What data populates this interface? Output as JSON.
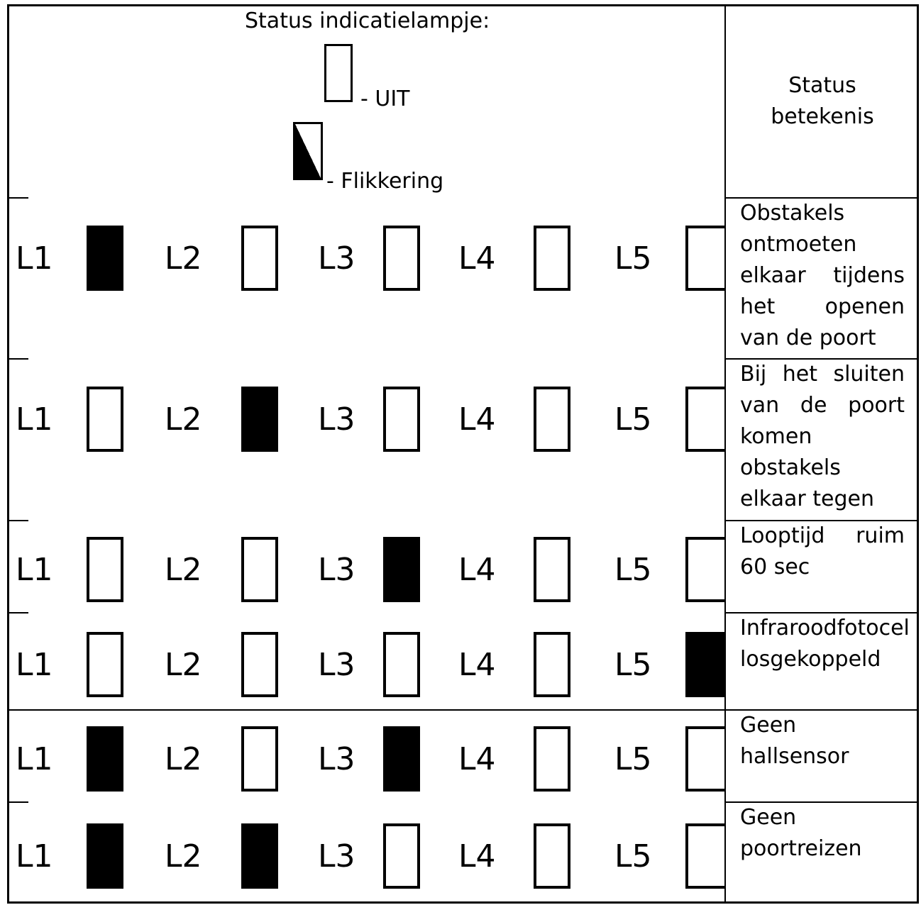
{
  "legend": {
    "title": "Status indicatielampje:",
    "off_label": "- UIT",
    "flash_label": "- Flikkering"
  },
  "header": {
    "status_line1": "Status",
    "status_line2": "betekenis"
  },
  "lamp_labels": [
    "L1",
    "L2",
    "L3",
    "L4",
    "L5"
  ],
  "rows": [
    {
      "lamps": [
        "on",
        "off",
        "off",
        "off",
        "off"
      ],
      "meaning": "Obstakels ontmoeten elkaar tijdens het openen van de poort"
    },
    {
      "lamps": [
        "off",
        "on",
        "off",
        "off",
        "off"
      ],
      "meaning": "Bij het sluiten van de poort komen obstakels elkaar tegen"
    },
    {
      "lamps": [
        "off",
        "off",
        "on",
        "off",
        "off"
      ],
      "meaning": "Looptijd ruim 60 sec"
    },
    {
      "lamps": [
        "off",
        "off",
        "off",
        "off",
        "on"
      ],
      "meaning": "Infraroodfotocel losgekoppeld"
    },
    {
      "lamps": [
        "on",
        "off",
        "on",
        "off",
        "off"
      ],
      "meaning": "Geen hallsensor"
    },
    {
      "lamps": [
        "on",
        "on",
        "off",
        "off",
        "off"
      ],
      "meaning": "Geen poortreizen"
    }
  ]
}
